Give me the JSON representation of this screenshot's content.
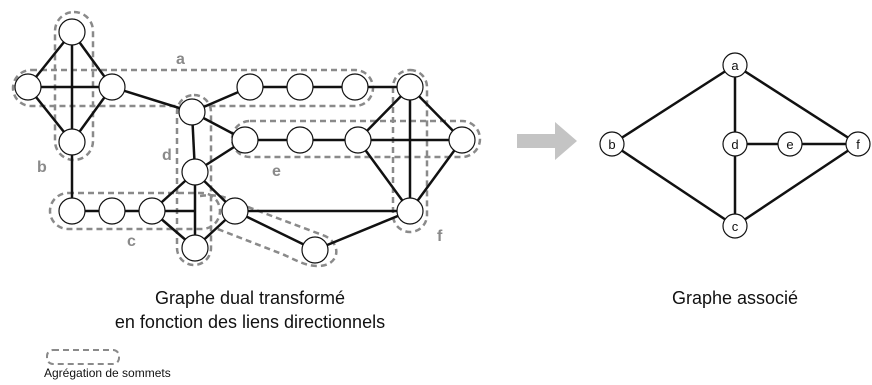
{
  "left_graph": {
    "group_labels": {
      "a": "a",
      "b": "b",
      "c": "c",
      "d": "d",
      "e": "e",
      "f": "f"
    },
    "caption_line1": "Graphe dual transformé",
    "caption_line2": "en fonction des liens directionnels"
  },
  "right_graph": {
    "node_labels": {
      "a": "a",
      "b": "b",
      "c": "c",
      "d": "d",
      "e": "e",
      "f": "f"
    },
    "caption": "Graphe associé"
  },
  "legend": {
    "label": "Agrégation de sommets"
  },
  "colors": {
    "edge": "#111111",
    "dash": "#8a8a8a",
    "arrow": "#c4c4c4",
    "node_fill": "#ffffff"
  }
}
